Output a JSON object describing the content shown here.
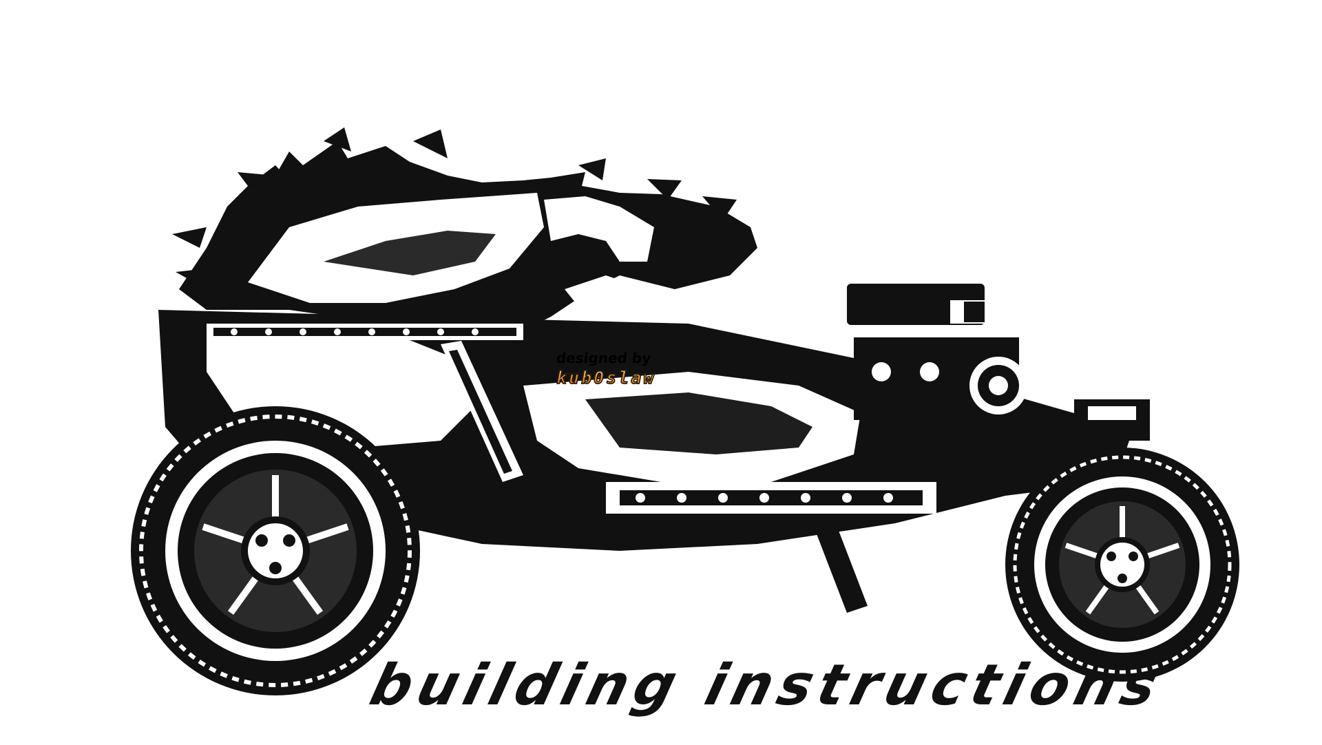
{
  "credit": {
    "label": "designed by",
    "name": "kub0slaw",
    "name_color": "#f39a1a"
  },
  "caption": {
    "text": "building instructions"
  },
  "illustration": {
    "subject": "hot-rod-vehicle-illustration",
    "style": "black-and-white"
  }
}
